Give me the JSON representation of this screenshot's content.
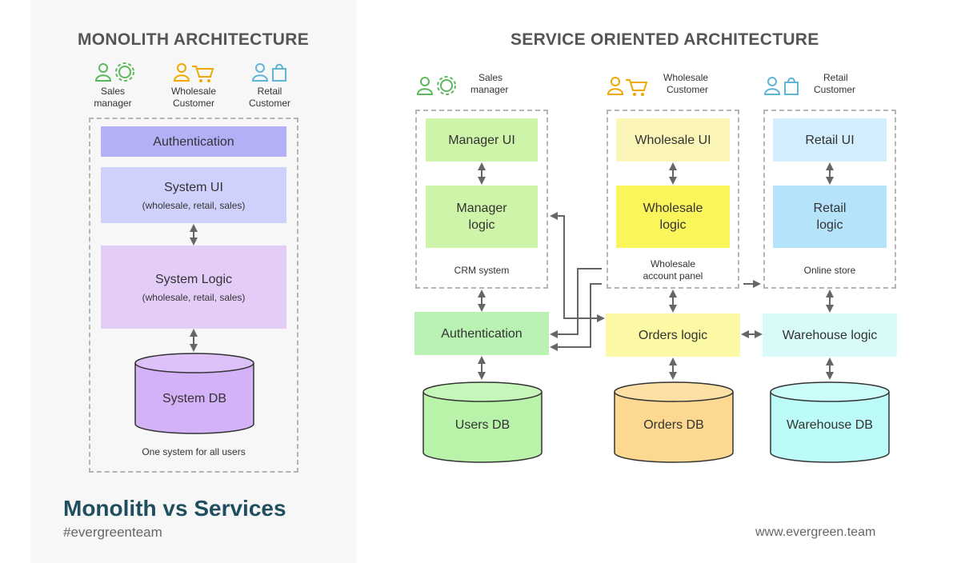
{
  "monolith": {
    "heading": "MONOLITH ARCHITECTURE",
    "actors": [
      {
        "line1": "Sales",
        "line2": "manager",
        "icon": "user-gear-icon"
      },
      {
        "line1": "Wholesale",
        "line2": "Customer",
        "icon": "user-cart-icon"
      },
      {
        "line1": "Retail",
        "line2": "Customer",
        "icon": "user-bag-icon"
      }
    ],
    "authentication": "Authentication",
    "system_ui": "System UI",
    "system_ui_sub": "(wholesale, retail, sales)",
    "system_logic": "System Logic",
    "system_logic_sub": "(wholesale, retail, sales)",
    "system_db": "System DB",
    "caption": "One system for all users"
  },
  "soa": {
    "heading": "SERVICE ORIENTED ARCHITECTURE",
    "actors": [
      {
        "line1": "Sales",
        "line2": "manager",
        "icon": "user-gear-icon"
      },
      {
        "line1": "Wholesale",
        "line2": "Customer",
        "icon": "user-cart-icon"
      },
      {
        "line1": "Retail",
        "line2": "Customer",
        "icon": "user-bag-icon"
      }
    ],
    "manager_ui": "Manager UI",
    "manager_logic": "Manager logic",
    "crm_caption": "CRM system",
    "wholesale_ui": "Wholesale UI",
    "wholesale_logic": "Wholesale logic",
    "wholesale_caption_1": "Wholesale",
    "wholesale_caption_2": "account panel",
    "retail_ui": "Retail UI",
    "retail_logic": "Retail logic",
    "retail_caption": "Online store",
    "authentication": "Authentication",
    "orders_logic": "Orders logic",
    "warehouse_logic": "Warehouse logic",
    "users_db": "Users DB",
    "orders_db": "Orders DB",
    "warehouse_db": "Warehouse DB"
  },
  "footer": {
    "title": "Monolith vs Services",
    "hashtag": "#evergreenteam",
    "site": "www.evergreen.team"
  },
  "colors": {
    "green_actor": "#5cb85c",
    "orange_actor": "#f0a800",
    "blue_actor": "#5fb4d8",
    "auth_mono": "#b3b0f7",
    "system_ui": "#cfd0fb",
    "system_logic": "#e4ccf9",
    "system_db": "#d3b2f7",
    "manager": "#cdf4a8",
    "wholesale_ui": "#fbf6b8",
    "wholesale_logic": "#f9f55a",
    "retail_ui": "#d2edfb",
    "retail_logic": "#b5e3fa",
    "auth_soa": "#b9f2b2",
    "orders_logic": "#fcf9a4",
    "warehouse_logic": "#d8fbfa",
    "users_db": "#b8f3a9",
    "orders_db": "#fcd890",
    "warehouse_db": "#bcfbf7",
    "title": "#1f4e5f"
  }
}
